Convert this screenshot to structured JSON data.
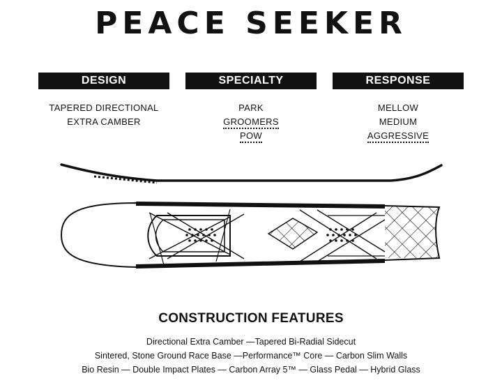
{
  "title": "PEACE SEEKER",
  "columns": [
    {
      "heading": "DESIGN",
      "items": [
        "TAPERED DIRECTIONAL",
        "EXTRA CAMBER"
      ]
    },
    {
      "heading": "SPECIALTY",
      "items": [
        "PARK",
        "GROOMERS",
        "POW"
      ],
      "selected": [
        "GROOMERS",
        "POW"
      ]
    },
    {
      "heading": "RESPONSE",
      "items": [
        "MELLOW",
        "MEDIUM",
        "AGGRESSIVE"
      ],
      "selected": [
        "AGGRESSIVE"
      ]
    }
  ],
  "illustrations": {
    "profile": "camber-profile-illustration",
    "top": "board-construction-illustration"
  },
  "construction": {
    "heading": "CONSTRUCTION FEATURES",
    "lines": [
      "Directional Extra Camber —Tapered Bi-Radial Sidecut",
      "Sintered, Stone Ground Race Base —Performance™ Core — Carbon Slim Walls",
      "Bio Resin — Double Impact Plates — Carbon Array 5™ — Glass Pedal — Hybrid Glass"
    ]
  },
  "colors": {
    "ink": "#111111",
    "background": "#ffffff"
  }
}
